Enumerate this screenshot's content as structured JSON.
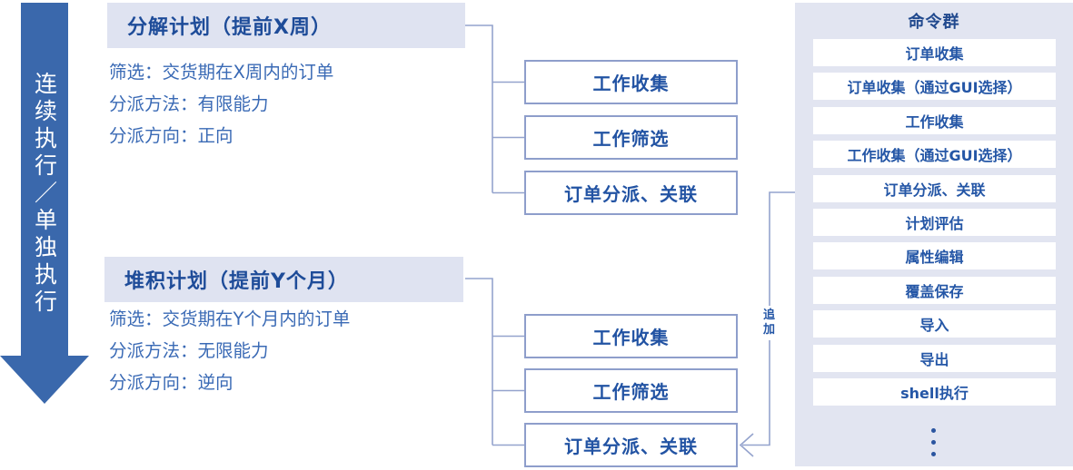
{
  "arrow": {
    "label": "连续执行／单独执行"
  },
  "sections": [
    {
      "title": "分解计划（提前X周）",
      "lines": [
        "筛选：交货期在X周内的订单",
        "分派方法：有限能力",
        "分派方向：正向"
      ],
      "boxes": [
        "工作收集",
        "工作筛选",
        "订单分派、关联"
      ]
    },
    {
      "title": "堆积计划（提前Y个月）",
      "lines": [
        "筛选：交货期在Y个月内的订单",
        "分派方法：无限能力",
        "分派方向：逆向"
      ],
      "boxes": [
        "工作收集",
        "工作筛选",
        "订单分派、关联"
      ]
    }
  ],
  "append_connector": {
    "label": "追加"
  },
  "command_panel": {
    "title": "命令群",
    "items": [
      "订单收集",
      "订单收集（通过GUI选择）",
      "工作收集",
      "工作收集（通过GUI选择）",
      "订单分派、关联",
      "计划评估",
      "属性编辑",
      "覆盖保存",
      "导入",
      "导出",
      "shell执行"
    ],
    "more_icon": "vertical-ellipsis"
  },
  "colors": {
    "arrow": "#3a68ac",
    "header_bg": "#dfe3f1",
    "panel_bg": "#e2e5f1",
    "title_text": "#1e4c99",
    "body_text": "#3a6ab5",
    "box_text": "#2253a3",
    "item_text": "#2456a6",
    "line": "#94a3cd"
  }
}
